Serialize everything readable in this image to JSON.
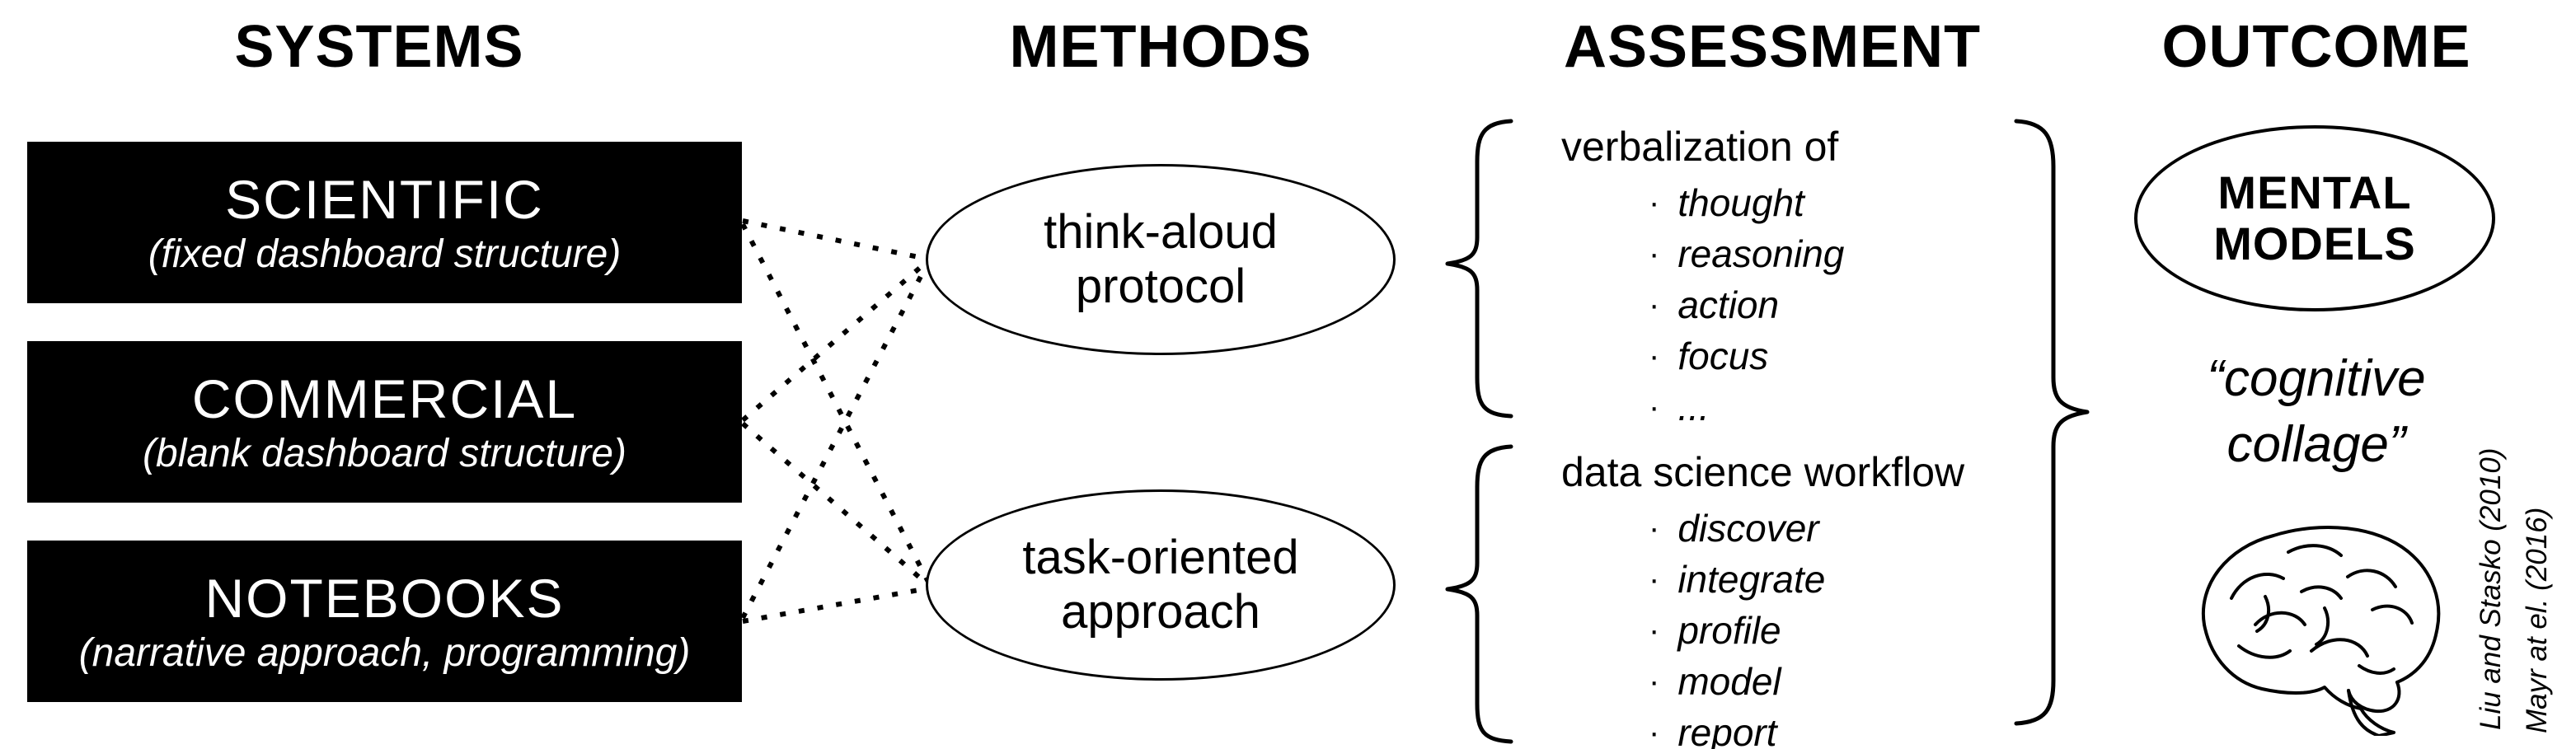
{
  "diagram": {
    "headers": {
      "systems": "SYSTEMS",
      "methods": "METHODS",
      "assessment": "ASSESSMENT",
      "outcome": "OUTCOME"
    },
    "systems": {
      "boxes": [
        {
          "title": "SCIENTIFIC",
          "subtitle": "(fixed dashboard structure)"
        },
        {
          "title": "COMMERCIAL",
          "subtitle": "(blank dashboard structure)"
        },
        {
          "title": "NOTEBOOKS",
          "subtitle": "(narrative approach, programming)"
        }
      ]
    },
    "methods": {
      "ellipses": [
        {
          "line1": "think-aloud",
          "line2": "protocol"
        },
        {
          "line1": "task-oriented",
          "line2": "approach"
        }
      ]
    },
    "assessment": {
      "bullet": "·",
      "groups": [
        {
          "title": "verbalization of",
          "items": [
            "thought",
            "reasoning",
            "action",
            "focus",
            "..."
          ]
        },
        {
          "title": "data science workflow",
          "items": [
            "discover",
            "integrate",
            "profile",
            "model",
            "report"
          ]
        }
      ]
    },
    "outcome": {
      "ellipse_line1": "MENTAL",
      "ellipse_line2": "MODELS",
      "quote_line1": "“cognitive",
      "quote_line2": "collage”",
      "citations": [
        "Liu and Stasko (2010)",
        "Mayr at el. (2016)"
      ]
    }
  },
  "colors": {
    "ink": "#000000",
    "background": "#ffffff",
    "box_fill": "#000000",
    "box_text": "#ffffff"
  }
}
